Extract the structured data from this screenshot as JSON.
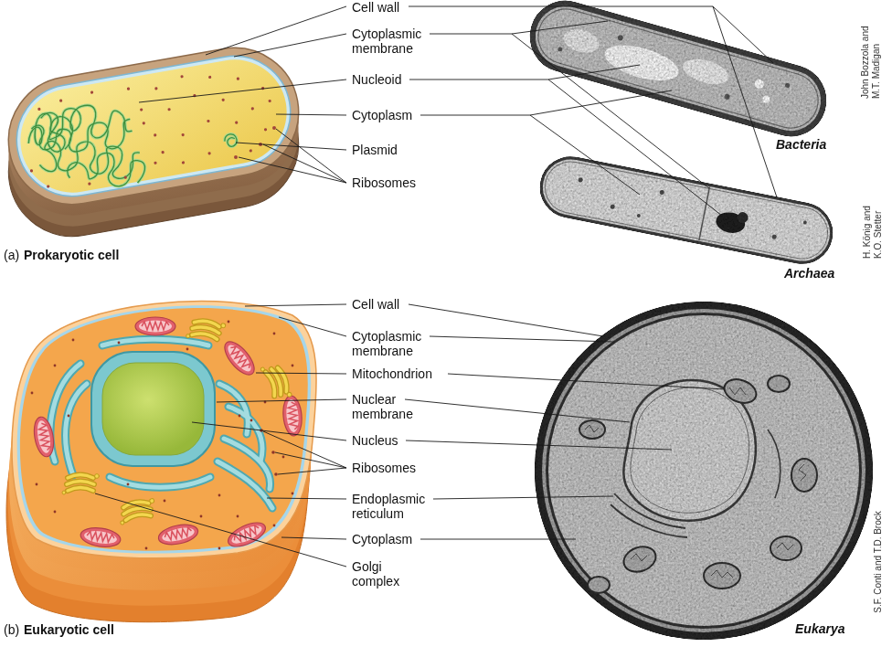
{
  "diagram": {
    "labels": [
      "Cell wall",
      "Cytoplasmic membrane",
      "Nucleoid",
      "Cytoplasm",
      "Plasmid",
      "Ribosomes",
      "John Bozzola and M.T. Madigan",
      "Bacteria",
      "H. König and K.O. Stetter",
      "(a)",
      "Prokaryotic cell",
      "Archaea",
      "Cell wall",
      "Cytoplasmic membrane",
      "Mitochondrion",
      "Nuclear membrane",
      "Nucleus",
      "Ribosomes",
      "Endoplasmic reticulum",
      "Cytoplasm",
      "Golgi complex",
      "S.F. Conti and T.D. Brock",
      "(b)",
      "Eukaryotic cell",
      "Eukarya"
    ]
  }
}
